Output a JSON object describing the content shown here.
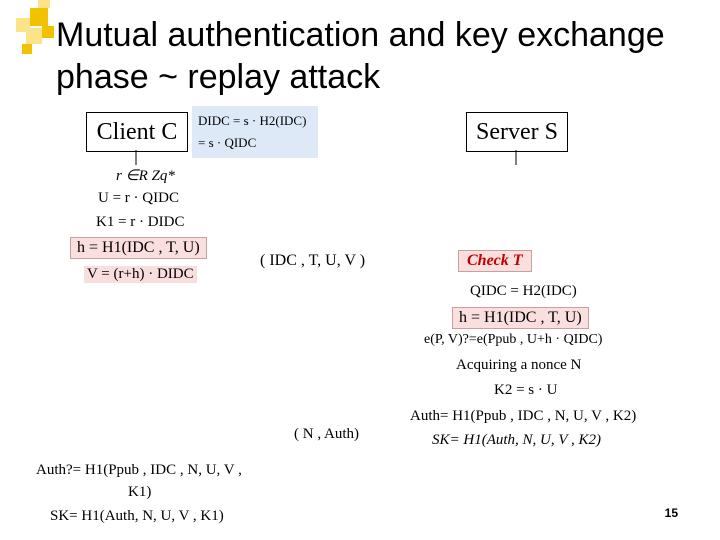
{
  "title": "Mutual authentication and key exchange phase ~ replay attack",
  "client_label": "Client C",
  "server_label": "Server S",
  "blue_note": {
    "line1": "DIDC = s · H2(IDC)",
    "line2": "= s · QIDC"
  },
  "client_steps": {
    "r": "r ∈R Zq*",
    "u": "U = r · QIDC",
    "k1": "K1 = r · DIDC",
    "h": "h = H1(IDC , T, U)",
    "v": "V = (r+h) · DIDC"
  },
  "message1": "( IDC , T, U, V )",
  "server_steps": {
    "check": "Check T",
    "qid": "QIDC = H2(IDC)",
    "h": "h = H1(IDC , T, U)",
    "verify": "e(P, V)?=e(Ppub , U+h · QIDC)",
    "nonce": "Acquiring a nonce N",
    "k2": "K2 = s · U",
    "auth": "Auth= H1(Ppub , IDC , N, U, V , K2)",
    "sk": "SK= H1(Auth, N, U, V , K2)"
  },
  "message2": "( N , Auth)",
  "client_final": {
    "auth_check_1": "Auth?= H1(Ppub , IDC , N, U, V ,",
    "auth_check_2": "K1)",
    "sk": "SK= H1(Auth, N, U, V , K1)"
  },
  "page_number": "15",
  "colors": {
    "accent_yellow": "#f2c200",
    "pale_yellow": "#fbe38a",
    "highlight_pink": "#fbdede",
    "note_blue": "#dde9f7",
    "alert_red": "#c00000"
  }
}
